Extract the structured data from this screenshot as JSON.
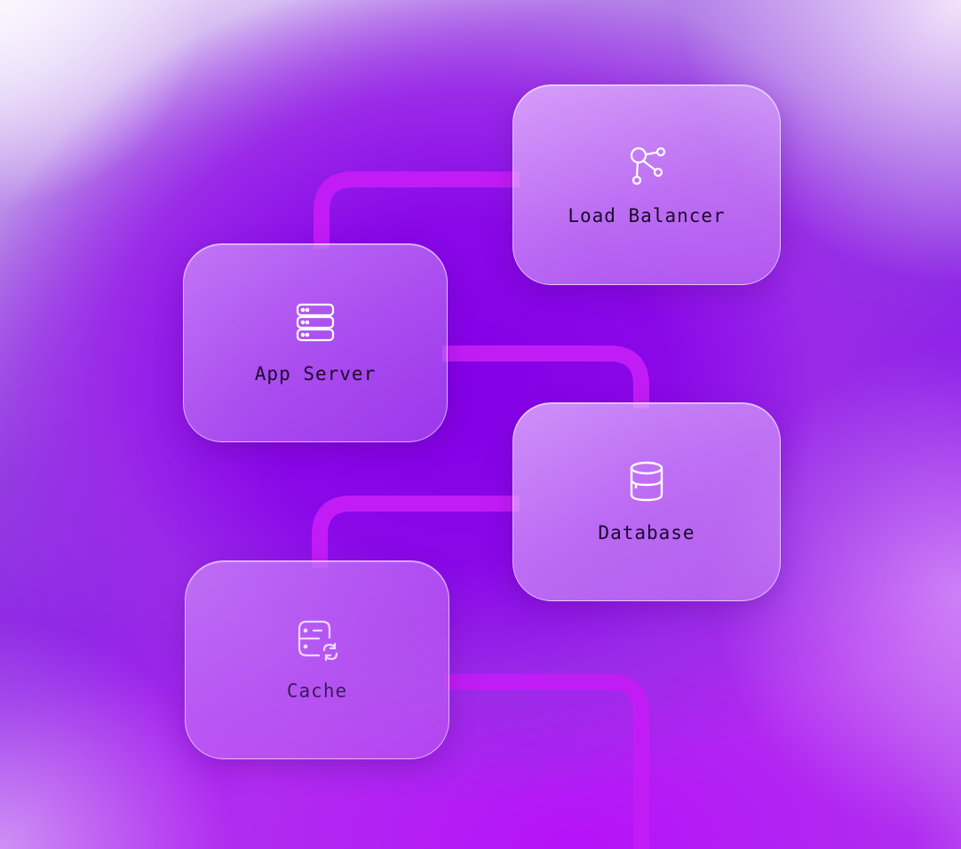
{
  "colors": {
    "connector": "#c21cf6",
    "connector_top": "#e070ff",
    "icon_stroke": "#ffffff"
  },
  "nodes": {
    "load_balancer": {
      "label": "Load Balancer",
      "icon": "network-branch-icon"
    },
    "app_server": {
      "label": "App Server",
      "icon": "server-stack-icon"
    },
    "database": {
      "label": "Database",
      "icon": "database-cylinder-icon"
    },
    "cache": {
      "label": "Cache",
      "icon": "cache-refresh-icon"
    }
  }
}
